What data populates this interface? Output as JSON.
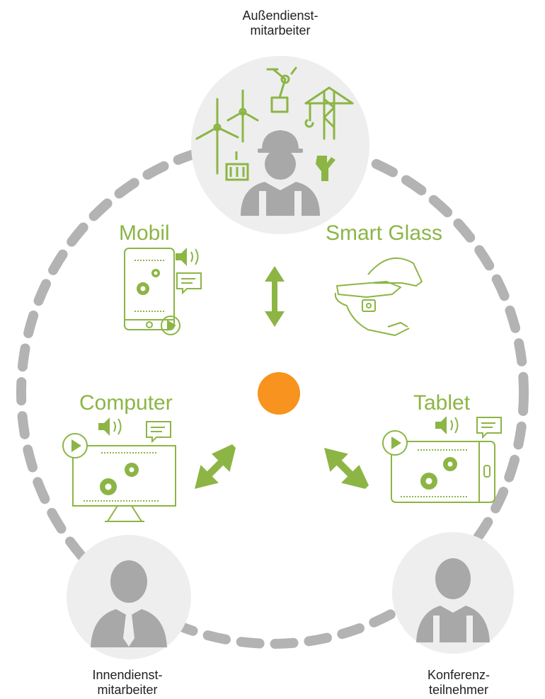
{
  "roles": {
    "field_worker": {
      "line1": "Außendienst-",
      "line2": "mitarbeiter"
    },
    "office_worker": {
      "line1": "Innendienst-",
      "line2": "mitarbeiter"
    },
    "conference": {
      "line1": "Konferenz-",
      "line2": "teilnehmer"
    }
  },
  "devices": {
    "mobile": "Mobil",
    "smart_glass": "Smart Glass",
    "computer": "Computer",
    "tablet": "Tablet"
  },
  "colors": {
    "accent_green": "#8cb545",
    "hub_orange": "#f7931e",
    "dash_gray": "#b3b3b3",
    "circle_fill": "#eeeeee",
    "person_gray": "#a8a8a8"
  }
}
